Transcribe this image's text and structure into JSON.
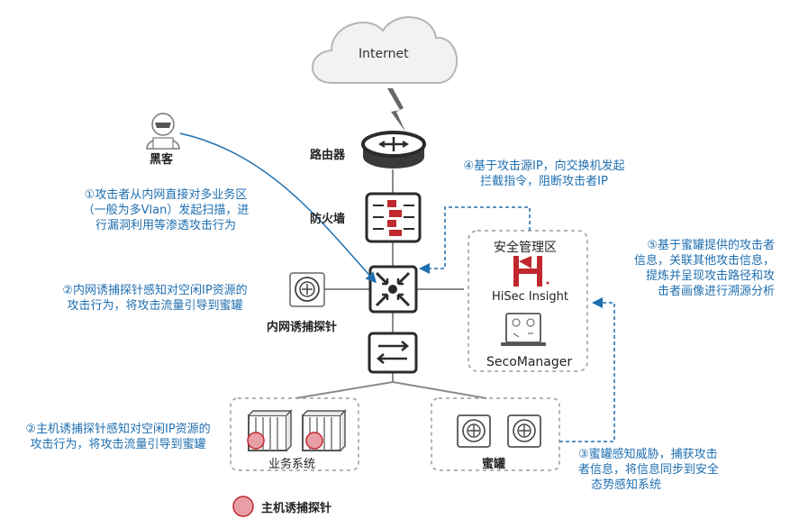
{
  "nodes": {
    "internet": "Internet",
    "hacker": "黑客",
    "router": "路由器",
    "firewall": "防火墙",
    "intranet_probe": "内网诱捕探针",
    "security_zone": "安全管理区",
    "hisec": "HiSec Insight",
    "seco": "SecoManager",
    "business": "业务系统",
    "honeypot": "蜜罐",
    "host_probe_legend": "主机诱捕探针"
  },
  "steps": {
    "s1": [
      "①攻击者从内网直接对多业务区",
      "（一般为多Vlan）发起扫描，进",
      "行漏洞利用等渗透攻击行为"
    ],
    "s2a": [
      "②内网诱捕探针感知对空闲IP资源的",
      "攻击行为，将攻击流量引导到蜜罐"
    ],
    "s2b": [
      "②主机诱捕探针感知对空闲IP资源的",
      "攻击行为，将攻击流量引导到蜜罐"
    ],
    "s3": [
      "③蜜罐感知威胁，捕获攻击",
      "者信息，将信息同步到安全",
      "态势感知系统"
    ],
    "s4": [
      "④基于攻击源IP，向交换机发起",
      "拦截指令，阻断攻击者IP"
    ],
    "s5": [
      "⑤基于蜜罐提供的攻击者",
      "信息，关联其他攻击信息，",
      "提炼并呈现攻击路径和攻",
      "击者画像进行溯源分析"
    ]
  },
  "colors": {
    "accent_blue": "#1f6fb0",
    "device_dark": "#2b2b2b",
    "firewall_red": "#c0282d",
    "probe_pink": "#e8a0a6",
    "dashed_gray": "#9a9a9a"
  }
}
